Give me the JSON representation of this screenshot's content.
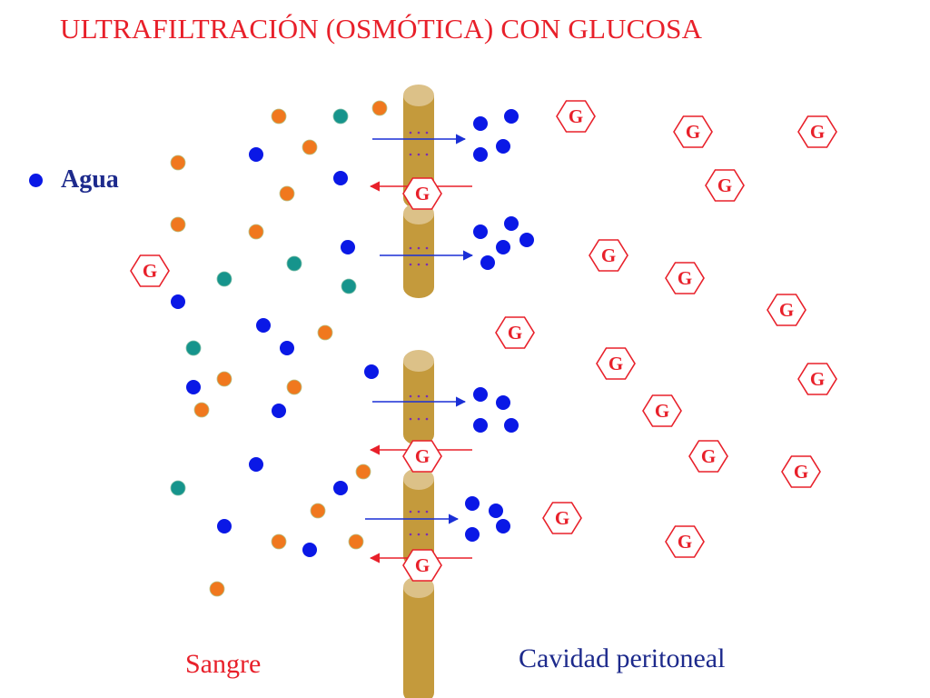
{
  "title": "ULTRAFILTRACIÓN (OSMÓTICA) CON GLUCOSA",
  "legend": {
    "label": "Agua",
    "color": "#0a18e6"
  },
  "labels": {
    "blood_side": "Sangre",
    "peritoneal_side": "Cavidad peritoneal"
  },
  "glucose_letter": "G",
  "colors": {
    "title": "#e8202a",
    "water": "#0a18e6",
    "solute_orange": "#f0781e",
    "solute_teal": "#16948c",
    "glucose": "#e8202a",
    "membrane": "#c49a3c",
    "membrane_top": "#dcc188",
    "arrow_in": "#1a2fd6",
    "arrow_out": "#e8202a",
    "pore_dots": "#7a2fb0",
    "cavity_text": "#1d2a8c"
  },
  "flow_arrows": [
    {
      "direction": "toward-cavity",
      "color": "blue"
    },
    {
      "direction": "toward-blood",
      "color": "red"
    },
    {
      "direction": "toward-cavity",
      "color": "blue"
    },
    {
      "direction": "toward-cavity",
      "color": "blue"
    },
    {
      "direction": "toward-blood",
      "color": "red"
    },
    {
      "direction": "toward-cavity",
      "color": "blue"
    },
    {
      "direction": "toward-blood",
      "color": "red"
    }
  ]
}
